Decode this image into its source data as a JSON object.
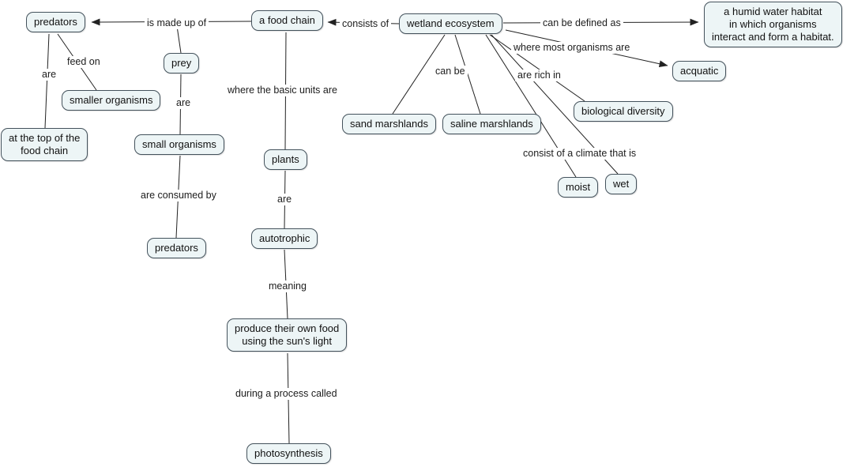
{
  "nodes": {
    "predators_top": "predators",
    "food_chain": "a food chain",
    "wetland_ecosystem": "wetland ecosystem",
    "humid_habitat": "a humid water habitat\nin which organisms\ninteract and form a habitat.",
    "prey": "prey",
    "smaller_organisms": "smaller organisms",
    "top_of_food_chain": "at the top of the\nfood chain",
    "small_organisms": "small organisms",
    "plants": "plants",
    "sand_marshlands": "sand marshlands",
    "saline_marshlands": "saline marshlands",
    "biological_diversity": "biological diversity",
    "acquatic": "acquatic",
    "moist": "moist",
    "wet": "wet",
    "predators_bottom": "predators",
    "autotrophic": "autotrophic",
    "produce_own_food": "produce their own food\nusing the sun's light",
    "photosynthesis": "photosynthesis"
  },
  "link_labels": {
    "is_made_up_of": "is made up of",
    "consists_of": "consists of",
    "can_be_defined_as": "can be defined as",
    "feed_on": "feed on",
    "are_top": "are",
    "where_most_organisms_are": "where most organisms are",
    "can_be": "can be",
    "are_rich_in": "are rich in",
    "where_the_basic_units_are": "where the basic units are",
    "are_prey": "are",
    "are_consumed_by": "are consumed by",
    "consist_of_a_climate_that_is": "consist of a climate that is",
    "are_plants": "are",
    "meaning": "meaning",
    "during_a_process_called": "during a process called"
  },
  "colors": {
    "background": "#ffffff",
    "node_bg": "#edf5f6",
    "node_border": "#44525c",
    "line_color": "#222222",
    "text_color": "#111111",
    "label_color": "#1c1c1c"
  }
}
